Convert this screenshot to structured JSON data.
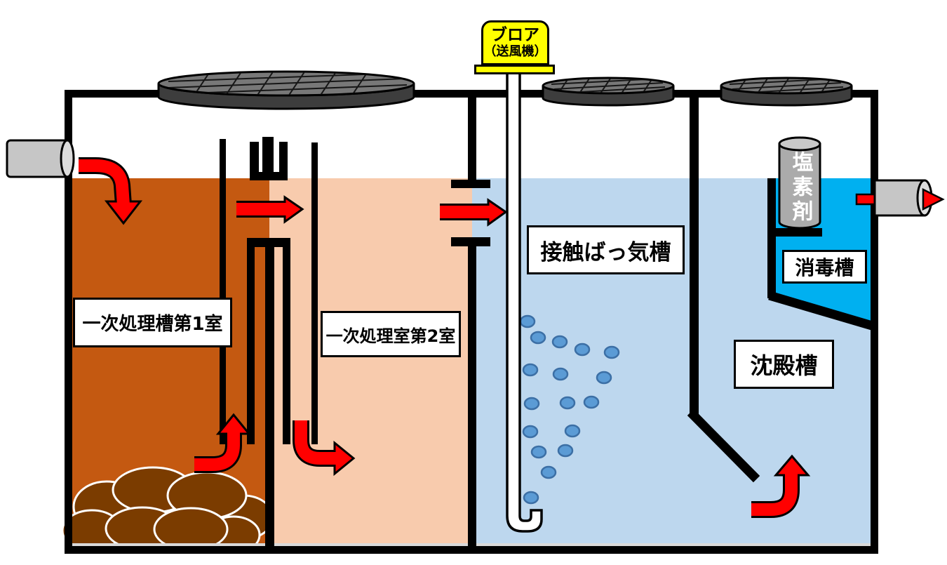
{
  "labels": {
    "blower_line1": "ブロア",
    "blower_line2": "（送風機）",
    "chamber1": "一次処理槽第1室",
    "chamber2": "一次処理室第2室",
    "aeration": "接触ばっ気槽",
    "sedimentation": "沈殿槽",
    "disinfection": "消毒槽",
    "chlorine": "塩素剤"
  },
  "colors": {
    "tank1_water": "#C45911",
    "tank1_sludge": "#7B3C00",
    "sludge_outline": "#FFFFFF",
    "tank2_water": "#F8CBAD",
    "aeration_water": "#BDD7EE",
    "disinfection_water": "#00B0F0",
    "bubble_fill": "#5B9BD5",
    "bubble_stroke": "#3C6FA5",
    "arrow_red": "#FF0000",
    "blower_yellow": "#FFFF00",
    "pipe_gray": "#C6C6C6",
    "pipe_end_gray": "#DCDCDC",
    "cylinder_gray": "#ABABAB",
    "cylinder_top_gray": "#C9C9C9",
    "cover_top": "#787878",
    "cover_side": "#3D3D3D",
    "structure": "#000000",
    "floor_highlight": "#D9D9D9"
  }
}
